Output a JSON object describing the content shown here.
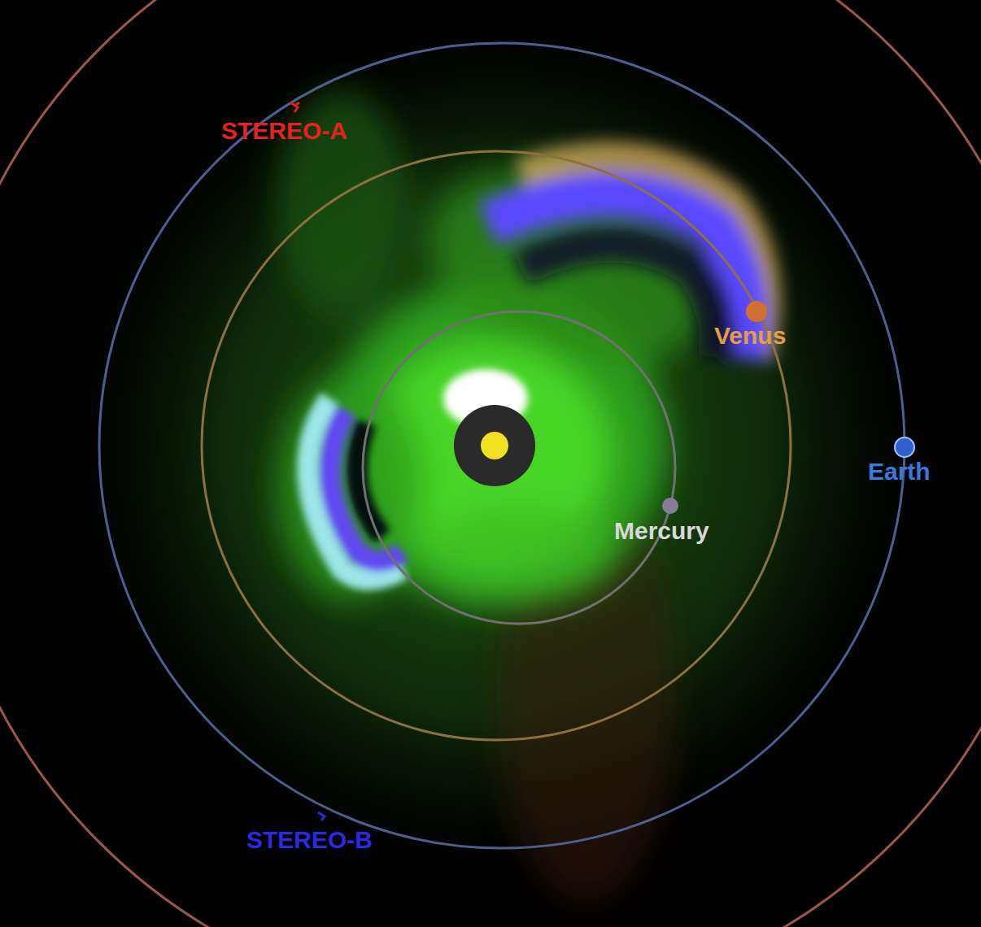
{
  "diagram": {
    "labels": [
      "STEREO-A",
      "Venus",
      "Earth",
      "Mercury",
      "STEREO-B"
    ]
  }
}
